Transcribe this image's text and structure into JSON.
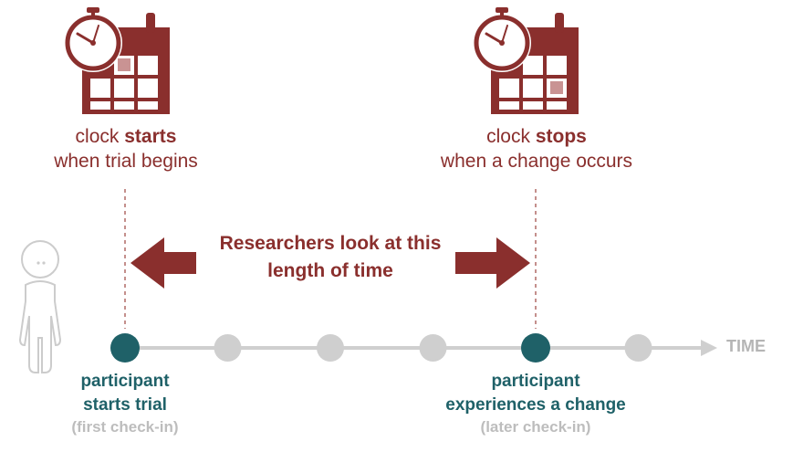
{
  "colors": {
    "brand_red": "#8a2f2d",
    "pink_cell": "#c99393",
    "teal": "#1f6168",
    "gray_dot": "#cfcfcf",
    "gray_line": "#cfcfcf",
    "gray_text": "#b5b5b5",
    "person_stroke": "#cccccc"
  },
  "start": {
    "icon": "calendar-stopwatch-icon",
    "caption_prefix": "clock ",
    "caption_bold": "starts",
    "caption_line2": "when trial begins"
  },
  "stop": {
    "icon": "calendar-stopwatch-icon",
    "caption_prefix": "clock ",
    "caption_bold": "stops",
    "caption_line2": "when a change occurs"
  },
  "duration": {
    "line1": "Researchers look at this",
    "line2": "length of time"
  },
  "timeline": {
    "axis_label": "TIME",
    "checkins": [
      {
        "state": "active"
      },
      {
        "state": "inactive"
      },
      {
        "state": "inactive"
      },
      {
        "state": "inactive"
      },
      {
        "state": "active"
      },
      {
        "state": "inactive"
      }
    ]
  },
  "participant_start": {
    "line1": "participant",
    "line2": "starts trial",
    "sub": "(first check-in)"
  },
  "participant_change": {
    "line1": "participant",
    "line2": "experiences a change",
    "sub": "(later check-in)"
  },
  "person_icon": "person-outline-icon"
}
